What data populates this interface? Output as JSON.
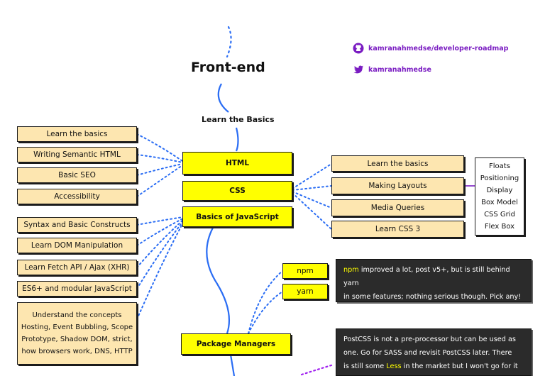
{
  "title": "Front-end",
  "links": {
    "github": "kamranahmedse/developer-roadmap",
    "twitter": "kamranahmedse"
  },
  "learn_basics_label": "Learn the Basics",
  "html_topics": [
    "Learn the basics",
    "Writing Semantic HTML",
    "Basic SEO",
    "Accessibility"
  ],
  "main_nodes": {
    "html": "HTML",
    "css": "CSS",
    "js": "Basics of JavaScript",
    "package_managers": "Package Managers"
  },
  "css_topics": [
    "Learn the basics",
    "Making Layouts",
    "Media Queries",
    "Learn CSS 3"
  ],
  "layout_items": [
    "Floats",
    "Positioning",
    "Display",
    "Box Model",
    "CSS Grid",
    "Flex Box"
  ],
  "js_topics": [
    "Syntax and Basic Constructs",
    "Learn DOM Manipulation",
    "Learn Fetch API / Ajax (XHR)",
    "ES6+ and modular JavaScript"
  ],
  "concepts": {
    "lines": [
      "Understand the concepts",
      "Hosting, Event Bubbling, Scope",
      "Prototype, Shadow DOM, strict,",
      "how browsers work, DNS, HTTP"
    ]
  },
  "package_managers": [
    "npm",
    "yarn"
  ],
  "npm_note": {
    "highlight": "npm",
    "line1_rest": " improved a lot, post v5+, but is still behind yarn",
    "line2": "in some features; nothing serious though. Pick any!"
  },
  "postcss_note": {
    "line1": "PostCSS is not a pre-processor but can be used as",
    "line2": "one. Go for SASS and revisit PostCSS later. There",
    "line3_pre": "is still some ",
    "line3_hl": "Less",
    "line3_post": " in the market but I won't go for it"
  },
  "colors": {
    "primary_node": "#ffff00",
    "secondary_node": "#fde6b0",
    "connector": "#2a6df4",
    "link": "#7a1cc2",
    "note_bg": "#2b2b2b"
  }
}
